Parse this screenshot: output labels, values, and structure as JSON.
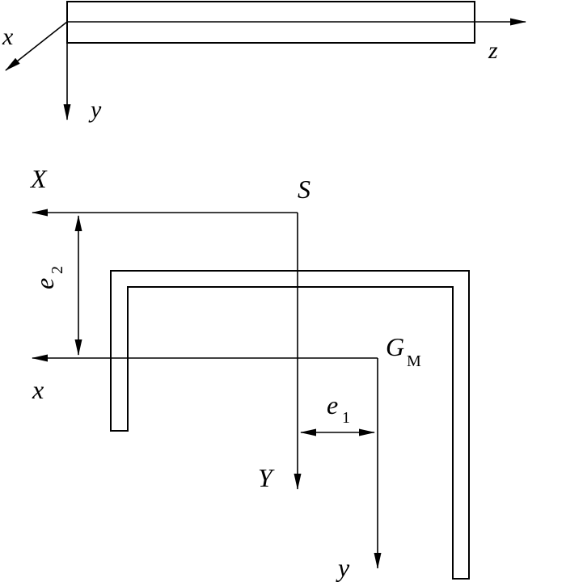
{
  "beam_view": {
    "axis_x": "x",
    "axis_y": "y",
    "axis_z": "z"
  },
  "section_view": {
    "axis_X": "X",
    "axis_x": "x",
    "axis_Y": "Y",
    "axis_y": "y",
    "point_S": "S",
    "point_G": "G",
    "point_G_sub": "M",
    "dim_e1": "e",
    "dim_e1_sub": "1",
    "dim_e2": "e",
    "dim_e2_sub": "2"
  },
  "colors": {
    "ink": "#000000",
    "background": "#ffffff"
  }
}
